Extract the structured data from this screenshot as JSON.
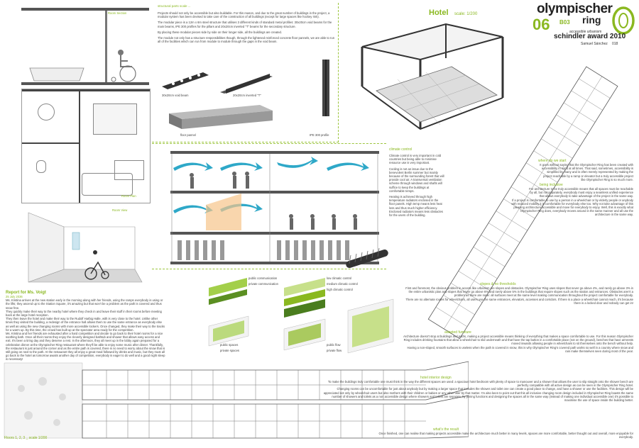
{
  "header": {
    "title_line1": "olympischer",
    "title_line2": "ring",
    "number": "06",
    "code": "B03",
    "subtitle": "accessible urbanism",
    "award": "schindler award 2010",
    "author": "Samuel Sánchez",
    "author_num": "018"
  },
  "left": {
    "room_section_label": "Room Section",
    "room_plan_label": "Room Plan",
    "room_view_label": "Room View",
    "report_title": "Report for Ms. Voigt",
    "report_date": "25 July 2036",
    "report_paras": [
      "Ms. Kristina arrives at the new station early in the morning along with her friends, using the ramps everybody is using or the lifts; they ascend up to the Station Square, it's amazing but that won't be a problem as the path is covered and thus snow free.",
      "They quickly make their way to the nearby hotel where they check in and leave their stuff in their rooms before meeting back at the large hotel reception.",
      "They then leave the hotel and make their way to the Rudolf Harbig Halle, with is very close to the hotel. Unlike other times they visited the building, a redesign of the entrance hall allows them to use the same entrance as everybody else as well as using the new changing rooms with more accessible lockers. Once changed, they make their way to the tracks for a warm up. By this time, the crowd has built up at the spectator area ready for the competition.",
      "Ms. Kristina and her friends are exhausted after a hard competition and decide to go back to their hotel rooms for a nice soothing bath. Once all their rooms they enjoy the cleverly designed bathtub and shower that allows easy access and exit. It's been a tiring day and they deserve a rest. In the afternoon, they all meet up in the lobby again prepared for a celebration dinner at the Olympischer Ring restaurant where they'll be able to enjoy some music after dinner. Thankfully, the restaurant is just around the corner and as the entire path is covered, there is no need to worry about the snow that is still going on next to the path. At the restaurant they all enjoy a great meal followed by drinks and music, but they must all go back to the hotel as tomorrow awaits another day of competition, everybody is eager to do well and a good night sleep is necessary!"
    ],
    "floors_label": "Floors 1, 2, 3 _ scale 1/200"
  },
  "structure": {
    "heading": "structural parts scale ...",
    "paras": [
      "Projects should not only be accessible but also buildable. For this reason, and due to the great number of buildings in the project, a modular system has been devised to take care of the construction of all buildings (except for large spaces like hockey rink).",
      "The modular piece is a 12m x 6m steel structure that utilises 3 different kinds of standard metal profiles: 30x20cm void beams for the main beams, IPE 300 profiles for the pillars and 20x20cm inverted \"T\" beams for the secondary structure.",
      "By placing these modular pieces side by side on their longer side, all the buildings are created.",
      "The module not only has a structure responsibilities though, through the lightened reinforced concrete floor pannels, we are able to run all of the facilities which can run from module to module through the gaps in the void beam."
    ],
    "labels": {
      "void_beam": "30x20cm void beam",
      "inverted_t": "20x20cm inverted \"T\"",
      "floor_pannel": "floor pannel",
      "ipe_profile": "IPE 300 profile"
    }
  },
  "hotel": {
    "title": "Hotel",
    "scale": "scale: 1/200"
  },
  "climate": {
    "title": "climate control",
    "paras": [
      "Climate control is very important in cold countries but being able to minimise resource use is very important.",
      "Cooling is not an issue due to the benevolent Berlin summer but mainly because of the surrounding forest that will provide cool air. A transversal ventilation scheme through windows and shafts will suffice to keep the buildings at comfortable temps.",
      "Heating is achieved through high temperature radiators enclosed in the floor panels. High temp means less heat loss and thus much higher efficiency. Enclosed radiators means less obstacles for the users of the building."
    ]
  },
  "legend": {
    "items": [
      "public communication",
      "private communication",
      "low climatic control",
      "medium climatic control",
      "high climatic control",
      "public spaces",
      "private spaces",
      "public flow",
      "private flow"
    ]
  },
  "right": {
    "where_heading": "where do we start",
    "where_text": "It goes without saying that the Olympischer Ring has been created with accessibility in mind at all times. That said, sometimes, accessibility is simplified by many and is often merely represented by making the project reachable by a ramp or elevator but a truly accessible project like Olympischer Ring is so much more.",
    "being_heading": "being inclusive",
    "being_text": "For architecture to be truly accessible means that all spaces must be reachable by all, but not separately, everybody must enjoy a seamless unified experience that allows everybody to take advantage of the project in the same way.",
    "being_text2": "If a project is comfortable to use by a person in a wheelchair or by elderly people or anybody with reduced mobility it is comfortable for everybody else too. Why not take advantage of this pleasing architecture accessible and move for everybody to enjoy. Well, this is exactly what Olympischer Ring does, everybody moves around in the same manner and all use the architecture in the same way.",
    "slopes_heading": "slopes & no thresholds",
    "slopes_text": "First and foremost, the obvious problem in access like urbanism are slopes and obstacles. Olympischer Ring uses slopes that never go above 4%, and rarely go above 3% in the entire urbanistic plan and slopes that never go above 6% and rarely above 5% in the buildings that require slopes such as the station and entrances. Obstacles aren't a problem as there are none: all surfaces meet at the same level making communication throughout the project comfortable for everybody.",
    "slopes_text2": "There are no alternate routes for wheelchairs, all users use the same entrances, elevators, accesses and corridors. If there is a place a wheelchair cannot reach, it's because there is a locked door and nobody can get in!",
    "adapted_heading": "adapted furniture",
    "adapted_text": "Architecture doesn't stop at buildings and paths, making a project accessible means thinking of everything that makes a space comfortable to use. For this reason Olympischer Ring includes drinking fountains that allow a wheelchair to slid underneath and that have the tap button in a comfortable place (not on the ground), benches that have armrests moved inwards allowing people in wheelchairs to sit themselves onto the bench without help.",
    "adapted_text2": "Having a non-sloped, smooth surfaces is useless when the path is covered in snow, this is why Olympischer Ring's covered path works so well in a country where snow and rain make themselves seen during most of the year.",
    "hotel_design_heading": "hotel interior design",
    "hotel_design_text": "To make the buildings truly comfortable one must think in the way the different spaces are used: a spacious hotel bedroom with plenty of space to manouver and a shower that allows the user to slip straight onto the shower bench are perfectly compatible with all active design as can be seen in the Olympischer Ring hotel.",
    "hotel_design_text2": "Changing rooms can be uncomfortable for just about anybody but by making a larger space that includes the shower and toilet one can create a good place to change, and have a shower or use the facilities. This design will be appreciated not only by wheelchair users but also mothers with their children or babies or any other user by that matter. I'm also keen to point out that this all inclusive changing room design included in Olympischer Ring boasts the same number of showers and toilets as a non accessible design where showers and toilets are separate, by joining functions and designing the spaces all in the same way (instead of making one individual accessible one) it's possible to maximise the use of space inside the building better.",
    "whats_heading": "what's the result",
    "whats_text": "Once finished, one can realise that making projects accessible make the architecture much better in many levels, spaces are more comfortable, better thought out and overall, more enjoyable for everybody."
  },
  "colors": {
    "accent_green": "#8ab820",
    "dark_green": "#4a7d1e",
    "light_green": "#c7e08a",
    "wave_blue": "#2ea8c8"
  }
}
